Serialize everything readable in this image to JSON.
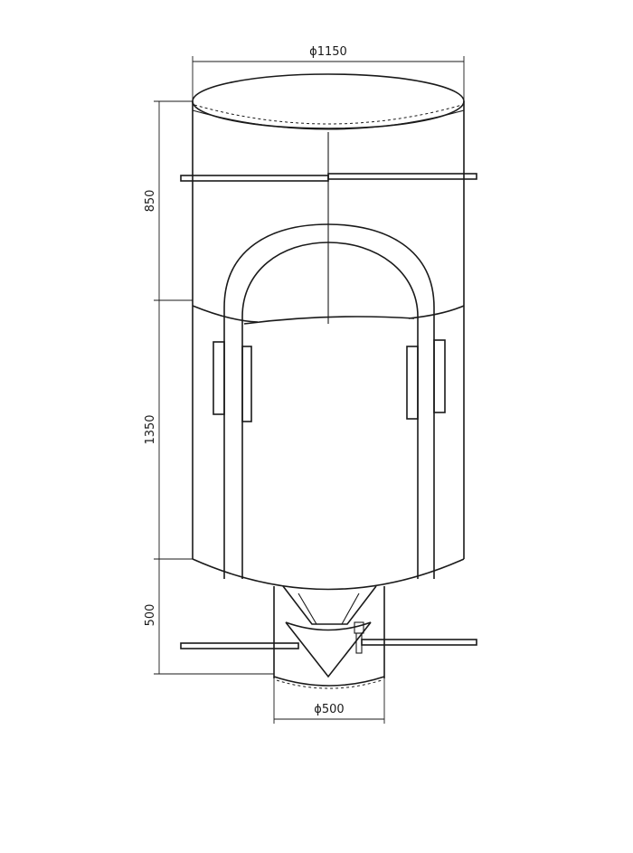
{
  "diagram": {
    "dimensions": {
      "top_diameter": "ϕ1150",
      "upper_height": "850",
      "body_height": "1350",
      "spout_height": "500",
      "spout_diameter": "ϕ500"
    }
  }
}
